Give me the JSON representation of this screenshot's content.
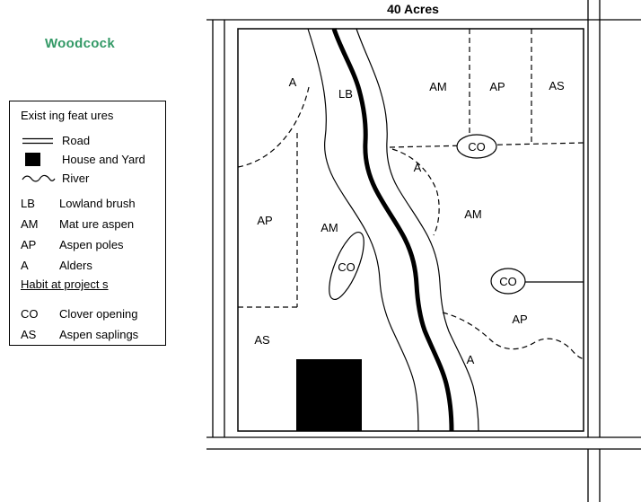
{
  "page": {
    "area_label": "40 Acres",
    "map_name": "Woodcock",
    "accent_color": "#339966"
  },
  "legend": {
    "title": "Exist ing feat ures",
    "symbol_items": [
      {
        "symbol": "road-symbol",
        "label": "Road"
      },
      {
        "symbol": "house-symbol",
        "label": "House and Yard"
      },
      {
        "symbol": "river-symbol",
        "label": "River"
      }
    ],
    "feature_codes": [
      {
        "code": "LB",
        "label": "Lowland brush"
      },
      {
        "code": "AM",
        "label": "Mat ure aspen"
      },
      {
        "code": "AP",
        "label": "Aspen poles"
      },
      {
        "code": "A",
        "label": "Alders"
      }
    ],
    "projects_title": "Habit at project s",
    "project_codes": [
      {
        "code": "CO",
        "label": "Clover opening"
      },
      {
        "code": "AS",
        "label": "Aspen saplings"
      }
    ]
  },
  "map": {
    "labels": [
      {
        "text": "A"
      },
      {
        "text": "LB"
      },
      {
        "text": "AM"
      },
      {
        "text": "AP"
      },
      {
        "text": "AS"
      },
      {
        "text": "CO"
      },
      {
        "text": "A"
      },
      {
        "text": "AM"
      },
      {
        "text": "AP"
      },
      {
        "text": "AM"
      },
      {
        "text": "CO"
      },
      {
        "text": "CO"
      },
      {
        "text": "AP"
      },
      {
        "text": "AS"
      },
      {
        "text": "A"
      }
    ]
  }
}
